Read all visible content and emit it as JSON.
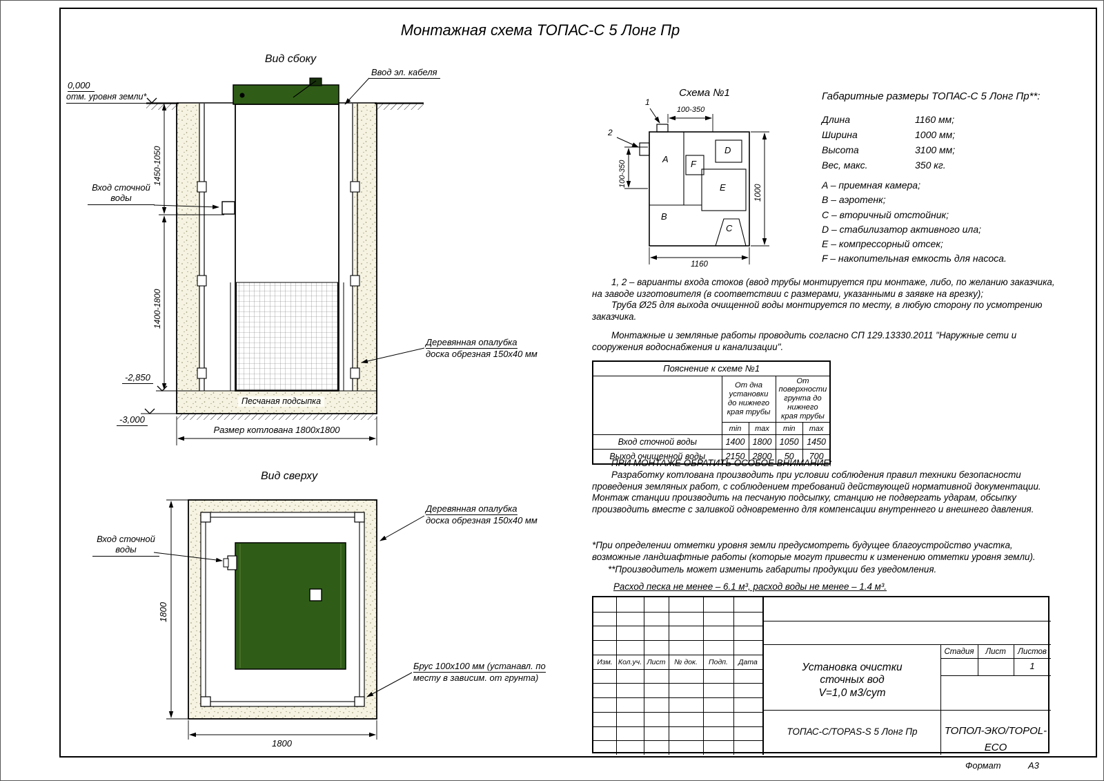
{
  "page": {
    "title": "Монтажная схема ТОПАС-С 5 Лонг Пр",
    "format_label": "Формат",
    "format_value": "А3"
  },
  "side_view": {
    "title": "Вид сбоку",
    "level_zero": "0,000",
    "level_zero_note": "отм. уровня земли*",
    "cable_entry": "Ввод эл. кабеля",
    "inlet_line1": "Вход сточной",
    "inlet_line2": "воды",
    "dim_upper": "1450-1050",
    "dim_lower": "1400-1800",
    "level_minus_2850": "-2,850",
    "level_minus_3000": "-3,000",
    "sand_label": "Песчаная подсыпка",
    "pit_dim": "Размер котлована 1800х1800",
    "formwork_line1": "Деревянная опалубка",
    "formwork_line2": "доска обрезная 150х40 мм"
  },
  "top_view": {
    "title": "Вид сверху",
    "inlet_line1": "Вход сточной",
    "inlet_line2": "воды",
    "dim_left": "1800",
    "dim_bottom": "1800",
    "formwork_line1": "Деревянная опалубка",
    "formwork_line2": "доска обрезная 150х40 мм",
    "timber_line1": "Брус 100х100 мм (устанавл. по",
    "timber_line2": "месту в зависим. от грунта)"
  },
  "scheme": {
    "title": "Схема №1",
    "marker1": "1",
    "marker2": "2",
    "dim_top": "100-350",
    "dim_left": "100-350",
    "dim_width": "1160",
    "dim_height": "1000",
    "comp_a": "A",
    "comp_b": "B",
    "comp_c": "C",
    "comp_d": "D",
    "comp_e": "E",
    "comp_f": "F"
  },
  "overall": {
    "title": "Габаритные размеры ТОПАС-С 5 Лонг Пр**:",
    "rows": [
      {
        "label": "Длина",
        "value": "1160 мм;"
      },
      {
        "label": "Ширина",
        "value": "1000 мм;"
      },
      {
        "label": "Высота",
        "value": "3100 мм;"
      },
      {
        "label": "Вес, макс.",
        "value": "350 кг."
      }
    ]
  },
  "legend": {
    "items": [
      "A – приемная камера;",
      "B – аэротенк;",
      "C – вторичный отстойник;",
      "D – стабилизатор активного ила;",
      "E – компрессорный отсек;",
      "F – накопительная емкость для насоса."
    ]
  },
  "notes": {
    "p1": "1, 2 – варианты входа  стоков (ввод трубы монтируется при монтаже, либо, по желанию заказчика, на заводе изготовителя (в соответствии с размерами, указанными в заявке на врезку);",
    "p2": "Труба Ø25 для выхода очищенной воды монтируется по месту, в любую сторону по усмотрению заказчика.",
    "p3": "Монтажные и земляные работы проводить согласно СП 129.13330.2011 \"Наружные сети и сооружения водоснабжения и канализации\"."
  },
  "table": {
    "title": "Пояснение к схеме №1",
    "group1": "От дна установки до нижнего края трубы",
    "group2": "От поверхности грунта до нижнего края трубы",
    "min1": "min",
    "max1": "max",
    "min2": "min",
    "max2": "max",
    "rows": [
      {
        "label": "Вход сточной воды",
        "c1": "1400",
        "c2": "1800",
        "c3": "1050",
        "c4": "1450"
      },
      {
        "label": "Выход очищенной воды",
        "c1": "2150",
        "c2": "2800",
        "c3": "50",
        "c4": "700"
      }
    ]
  },
  "attention": {
    "title": "ПРИ МОНТАЖЕ ОБРАТИТЬ ОСОБОЕ ВНИМАНИЕ:",
    "body": "Разработку котлована производить при условии соблюдения правил техники безопасности проведения земляных работ, с соблюдением требований действующей нормативной документации. Монтаж станции производить на песчаную подсыпку, станцию не подвергать ударам, обсыпку производить вместе с заливкой одновременно для компенсации внутреннего и внешнего давления.",
    "note1": "*При определении отметки уровня земли предусмотреть будущее благоустройство участка, возможные ландшафтные работы (которые могут привести к изменению отметки уровня земли).",
    "note2": "**Производитель может изменить габариты продукции без уведомления.",
    "consumption": "Расход песка не менее – 6.1 м³, расход воды не менее – 1.4 м³."
  },
  "title_block": {
    "headers": [
      "Изм.",
      "Кол.уч.",
      "Лист",
      "№ док.",
      "Подп.",
      "Дата"
    ],
    "project_line1": "Установка очистки",
    "project_line2": "сточных вод",
    "project_line3": "V=1,0 м3/сут",
    "stage_label": "Стадия",
    "sheet_label": "Лист",
    "sheets_label": "Листов",
    "sheets_value": "1",
    "model": "ТОПАС-С/TOPAS-S 5 Лонг Пр",
    "company": "ТОПОЛ-ЭКО/TOPOL-ECO"
  }
}
